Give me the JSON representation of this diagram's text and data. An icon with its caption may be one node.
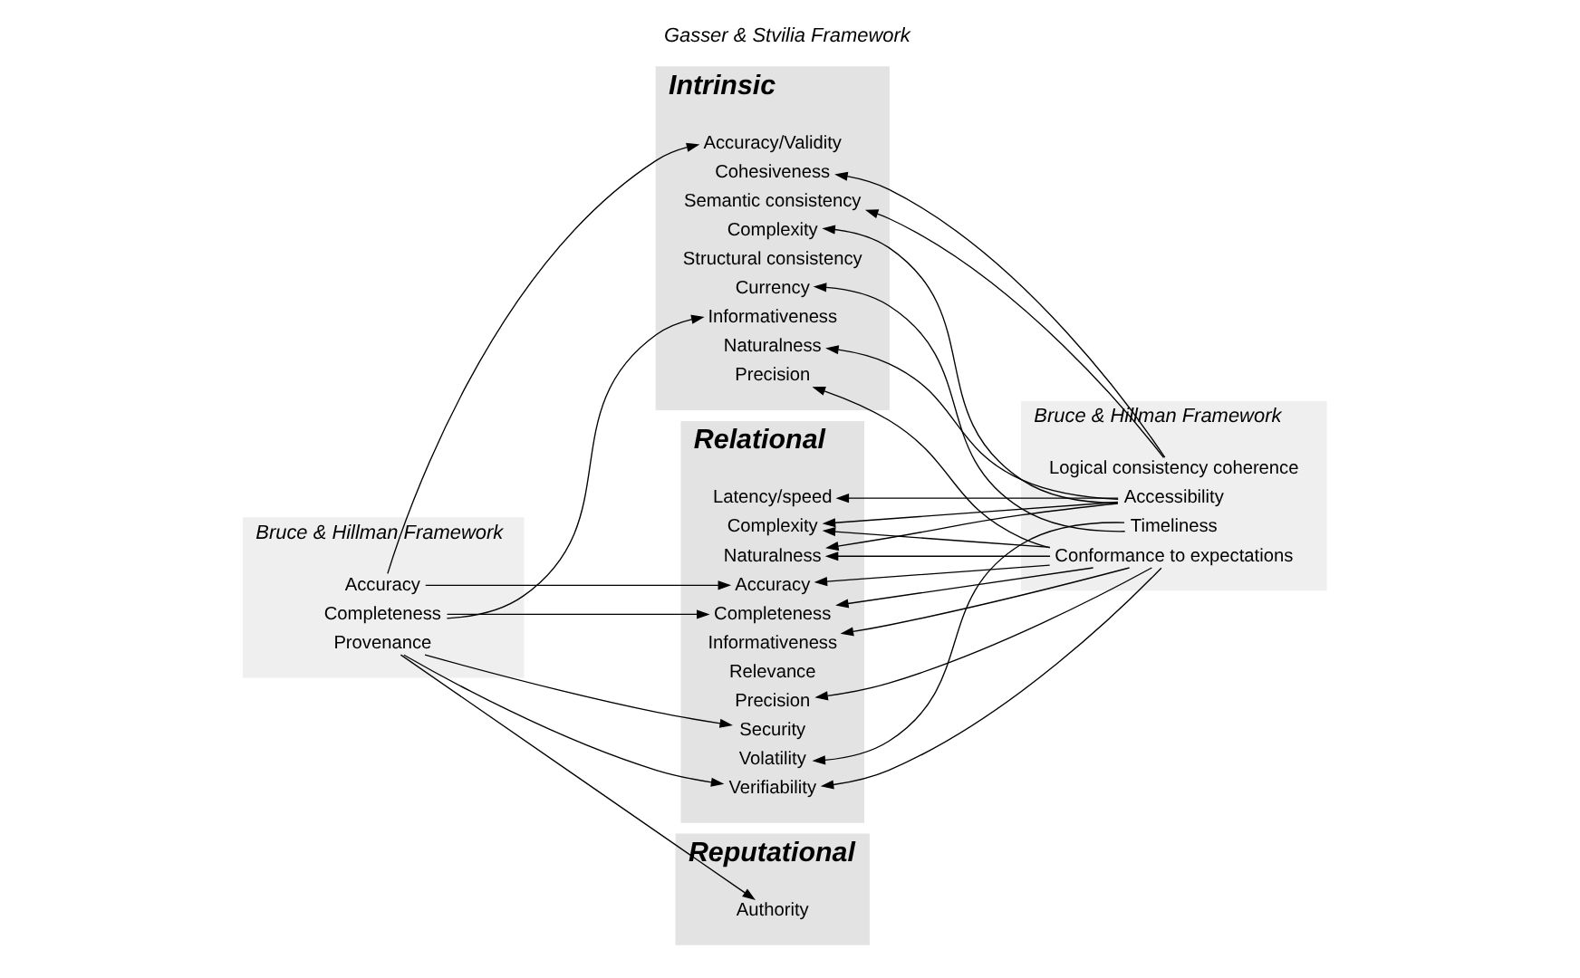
{
  "diagram": {
    "title": "Gasser & Stvilia Framework",
    "nodes": [
      {
        "text": [
          "Intrinsic"
        ]
      },
      {
        "text": [
          "Accuracy/Validity"
        ],
        "in": 0
      },
      {
        "text": [
          "Cohesiveness"
        ],
        "in": 0
      },
      {
        "text": [
          "Complexity"
        ],
        "in": 0
      },
      {
        "text": [
          "Semantic consistency"
        ],
        "in": 0
      },
      {
        "text": [
          "Structural consistency"
        ],
        "in": 0
      },
      {
        "text": [
          "Currency"
        ],
        "in": 0
      },
      {
        "text": [
          "Informativeness"
        ],
        "in": 0
      },
      {
        "text": [
          "Naturalness"
        ],
        "in": 0
      },
      {
        "text": [
          "Precision"
        ],
        "in": 0
      },
      {
        "text": [
          "Relational"
        ]
      },
      {
        "text": [
          "Accuracy"
        ],
        "in": 10
      },
      {
        "text": [
          "Completeness"
        ],
        "in": 10
      },
      {
        "text": [
          "Complexity"
        ],
        "in": 10
      },
      {
        "text": [
          "Latency/speed"
        ],
        "in": 10
      },
      {
        "text": [
          "Naturalness"
        ],
        "in": 10
      },
      {
        "text": [
          "Informativeness"
        ],
        "in": 10
      },
      {
        "text": [
          "Relevance"
        ],
        "in": 10
      },
      {
        "text": [
          "Precision"
        ],
        "in": 10
      },
      {
        "text": [
          "Security"
        ],
        "in": 10
      },
      {
        "text": [
          "Verifiability"
        ],
        "in": 10
      },
      {
        "text": [
          "Volatility"
        ],
        "in": 10
      },
      {
        "text": [
          "Reputational"
        ]
      },
      {
        "text": [
          "Authority"
        ],
        "in": 22
      },
      {
        "text": [
          "Bruce & Hillman Framework"
        ]
      },
      {
        "text": [
          "Accuracy"
        ],
        "in": 24
      },
      {
        "text": [
          "Completeness"
        ],
        "in": 24
      },
      {
        "text": [
          "Provenance"
        ],
        "in": 24
      },
      {
        "text": [
          "Bruce & Hillman Framework"
        ]
      },
      {
        "text": [
          "Conformance to expectations"
        ],
        "in": 28
      },
      {
        "text": [
          "Logical consistency coherence"
        ],
        "in": 28
      },
      {
        "text": [
          "Timeliness"
        ],
        "in": 28
      },
      {
        "text": [
          "Accessibility"
        ],
        "in": 28
      }
    ],
    "edges": [
      {
        "from": 25,
        "to": 1,
        "arrow": "to"
      },
      {
        "from": 25,
        "to": 11,
        "arrow": "to"
      },
      {
        "from": 26,
        "to": 7,
        "arrow": "to"
      },
      {
        "from": 26,
        "to": 12,
        "arrow": "to"
      },
      {
        "from": 27,
        "to": 19,
        "arrow": "to"
      },
      {
        "from": 27,
        "to": 20,
        "arrow": "to"
      },
      {
        "from": 27,
        "to": 23,
        "arrow": "to"
      },
      {
        "from": 29,
        "to": 9,
        "arrow": "to"
      },
      {
        "from": 29,
        "to": 11,
        "arrow": "to"
      },
      {
        "from": 29,
        "to": 12,
        "arrow": "to"
      },
      {
        "from": 29,
        "to": 13,
        "arrow": "to"
      },
      {
        "from": 29,
        "to": 15,
        "arrow": "to"
      },
      {
        "from": 29,
        "to": 16,
        "arrow": "to"
      },
      {
        "from": 29,
        "to": 18,
        "arrow": "to"
      },
      {
        "from": 29,
        "to": 20,
        "arrow": "to"
      },
      {
        "from": 30,
        "to": 2,
        "arrow": "to"
      },
      {
        "from": 30,
        "to": 4,
        "arrow": "to"
      },
      {
        "from": 31,
        "to": 6,
        "arrow": "to"
      },
      {
        "from": 31,
        "to": 21,
        "arrow": "to"
      },
      {
        "from": 32,
        "to": 3,
        "arrow": "to"
      },
      {
        "from": 32,
        "to": 8,
        "arrow": "to"
      },
      {
        "from": 32,
        "to": 13,
        "arrow": "to"
      },
      {
        "from": 32,
        "to": 14,
        "arrow": "to"
      },
      {
        "from": 32,
        "to": 15,
        "arrow": "to"
      }
    ]
  }
}
